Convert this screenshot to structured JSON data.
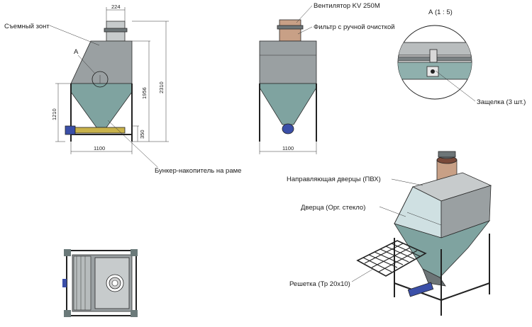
{
  "labels": {
    "hood": "Съемный зонт",
    "detail_marker": "А",
    "fan": "Вентилятор KV 250M",
    "filter": "Фильтр с ручной очисткой",
    "detail_title": "А (1 : 5)",
    "latch": "Защелка (3 шт.)",
    "bunker": "Бункер-накопитель на раме",
    "door_guide": "Направляющая дверцы (ПВХ)",
    "door": "Дверца (Орг. стекло)",
    "grate": "Решетка (Тр 20х10)"
  },
  "dimensions": {
    "duct_width": "224",
    "total_height": "2310",
    "hood_height": "1956",
    "frame_height": "1210",
    "base_height": "350",
    "side_width": "1100",
    "front_width": "1100"
  },
  "colors": {
    "steel": "#9aa0a2",
    "teal_bunker": "#7fa3a0",
    "screw_yellow": "#c9b24a",
    "motor_blue": "#3b4fa8"
  }
}
